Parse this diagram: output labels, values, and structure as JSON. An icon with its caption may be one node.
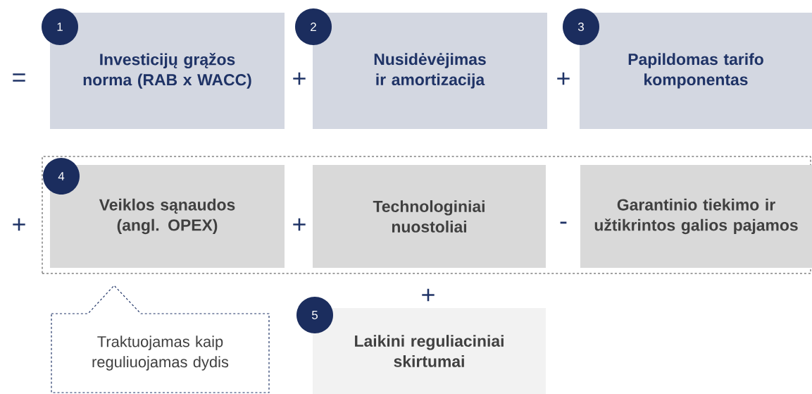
{
  "diagram": {
    "nodes": [
      {
        "text": [
          "1"
        ]
      },
      {
        "text": [
          "Investicijų grąžos norma (RAB x WACC)"
        ]
      },
      {
        "text": [
          "2"
        ]
      },
      {
        "text": [
          "Nusidėvėjimas ir amortizacija"
        ]
      },
      {
        "text": [
          "3"
        ]
      },
      {
        "text": [
          "Papildomas tarifo komponentas"
        ]
      },
      {
        "text": [],
        "shape": "box"
      },
      {
        "text": [
          "4"
        ],
        "in": 6
      },
      {
        "text": [
          "Veiklos sąnaudos (angl. OPEX)"
        ],
        "in": 6
      },
      {
        "text": [
          "Technologiniai nuostoliai"
        ],
        "in": 6
      },
      {
        "text": [
          "Garantinio tiekimo ir užtikrintos galios pajamos"
        ],
        "in": 6
      },
      {
        "text": [
          "Traktuojamas kaip reguliuojamas dydis"
        ]
      },
      {
        "text": [
          "5"
        ]
      },
      {
        "text": [
          "Laikini reguliaciniai skirtumai"
        ]
      }
    ],
    "labels": [
      "=",
      "+",
      "+",
      "+",
      "+",
      "-",
      "+"
    ]
  }
}
